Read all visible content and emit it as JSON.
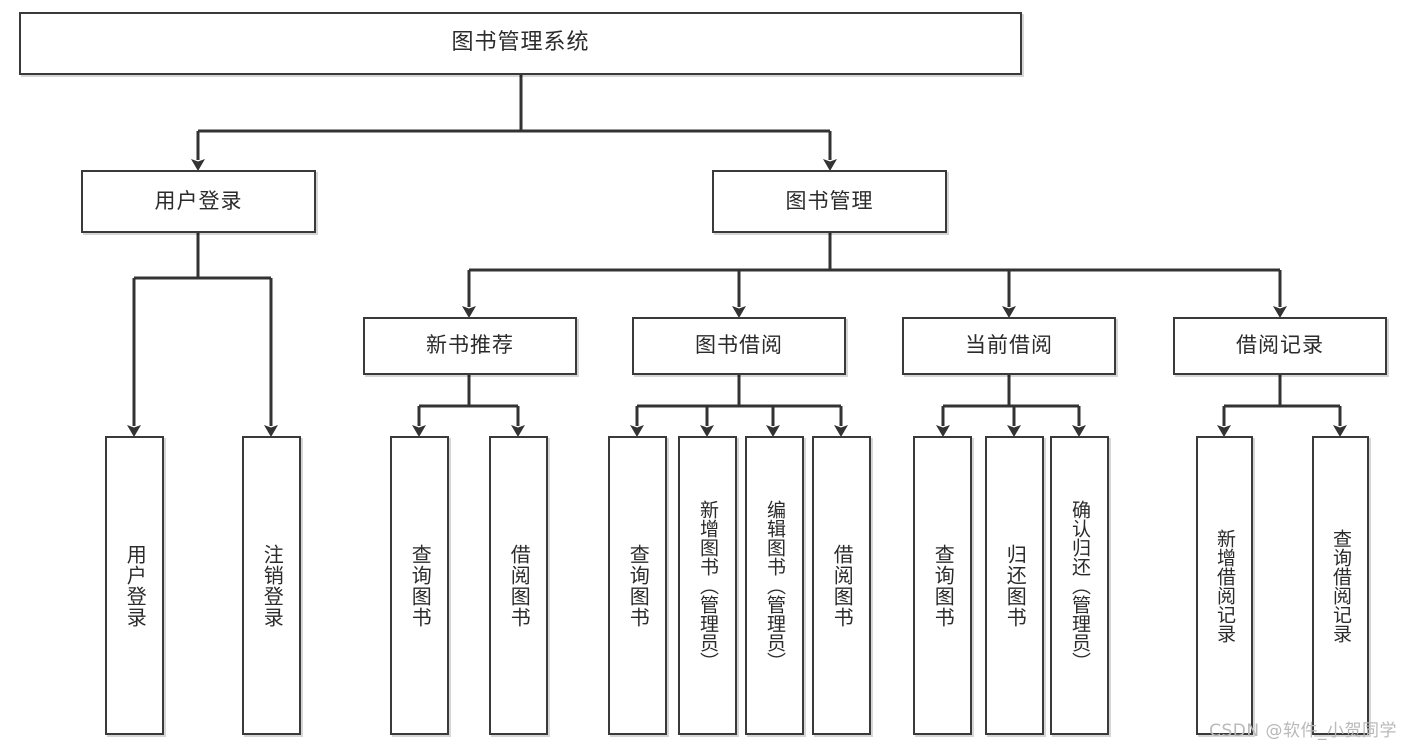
{
  "diagram": {
    "title": "图书管理系统",
    "type": "tree",
    "watermark": "CSDN @软件_小贺同学",
    "colors": {
      "node_border": "#3a3a3a",
      "node_fill": "#ffffff",
      "edge": "#333333",
      "text": "#2b2b2b",
      "watermark": "#b9b9b9",
      "background": "#ffffff"
    },
    "levels": {
      "root": {
        "label": "图书管理系统"
      },
      "level2": [
        {
          "label": "用户登录"
        },
        {
          "label": "图书管理"
        }
      ],
      "level3": [
        {
          "label": "新书推荐"
        },
        {
          "label": "图书借阅"
        },
        {
          "label": "当前借阅"
        },
        {
          "label": "借阅记录"
        }
      ],
      "leaves": {
        "user_login": [
          {
            "label": "用户登录"
          },
          {
            "label": "注销登录"
          }
        ],
        "new_book_recommend": [
          {
            "label": "查询图书"
          },
          {
            "label": "借阅图书"
          }
        ],
        "book_borrow": [
          {
            "label": "查询图书"
          },
          {
            "label": "新增图书（管理员）"
          },
          {
            "label": "编辑图书（管理员）"
          },
          {
            "label": "借阅图书"
          }
        ],
        "current_borrow": [
          {
            "label": "查询图书"
          },
          {
            "label": "归还图书"
          },
          {
            "label": "确认归还（管理员）"
          }
        ],
        "borrow_records": [
          {
            "label": "新增借阅记录"
          },
          {
            "label": "查询借阅记录"
          }
        ]
      }
    }
  }
}
